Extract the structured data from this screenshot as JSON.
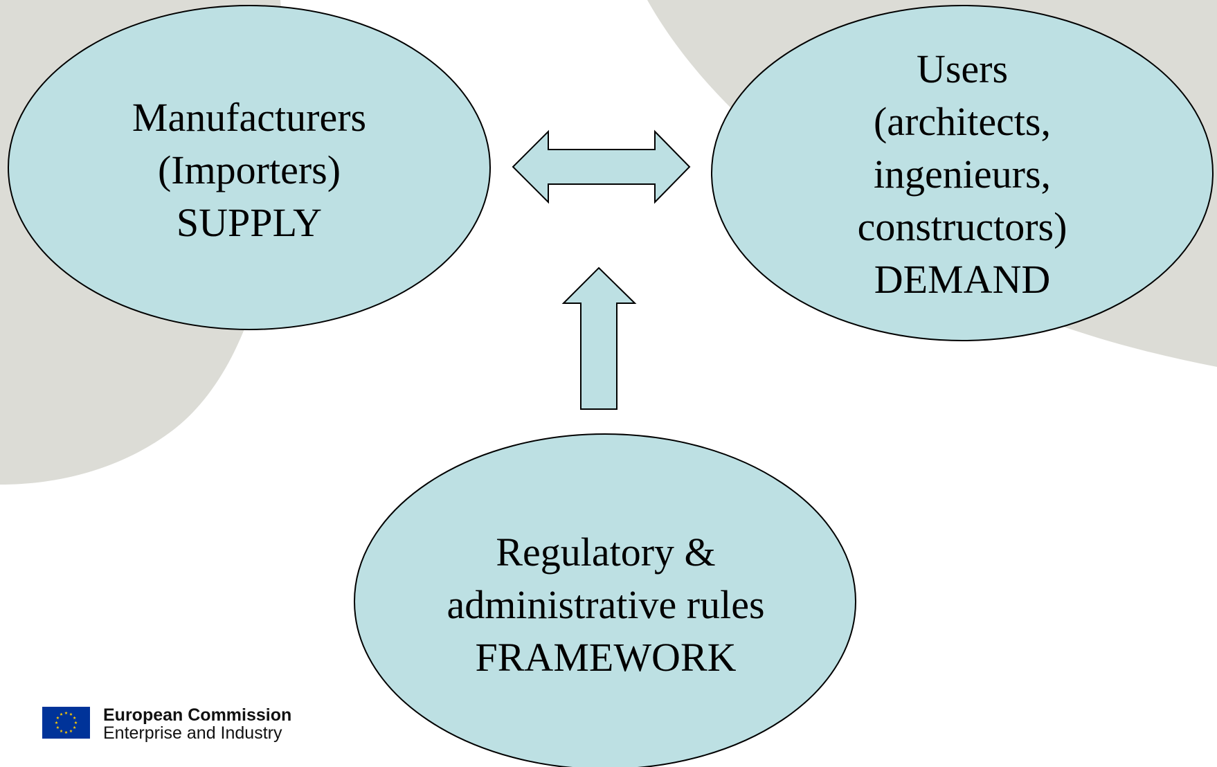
{
  "colors": {
    "background": "#ffffff",
    "background_shape": "#dcdcd6",
    "node_fill": "#bde0e3",
    "node_stroke": "#000000",
    "eu_blue": "#003399",
    "eu_gold": "#ffcc00"
  },
  "nodes": {
    "supply": {
      "lines": [
        "Manufacturers",
        "(Importers)",
        "SUPPLY"
      ]
    },
    "demand": {
      "lines": [
        "Users",
        "(architects,",
        "ingenieurs,",
        "constructors)",
        "DEMAND"
      ]
    },
    "framework": {
      "lines": [
        "Regulatory &",
        "administrative rules",
        "FRAMEWORK"
      ]
    }
  },
  "arrows": [
    {
      "from": "supply",
      "to": "demand",
      "direction": "bidirectional"
    },
    {
      "from": "framework",
      "to": "supply-demand",
      "direction": "up"
    }
  ],
  "logo": {
    "flag_icon": "eu-flag-icon",
    "line1": "European Commission",
    "line2": "Enterprise and Industry"
  }
}
